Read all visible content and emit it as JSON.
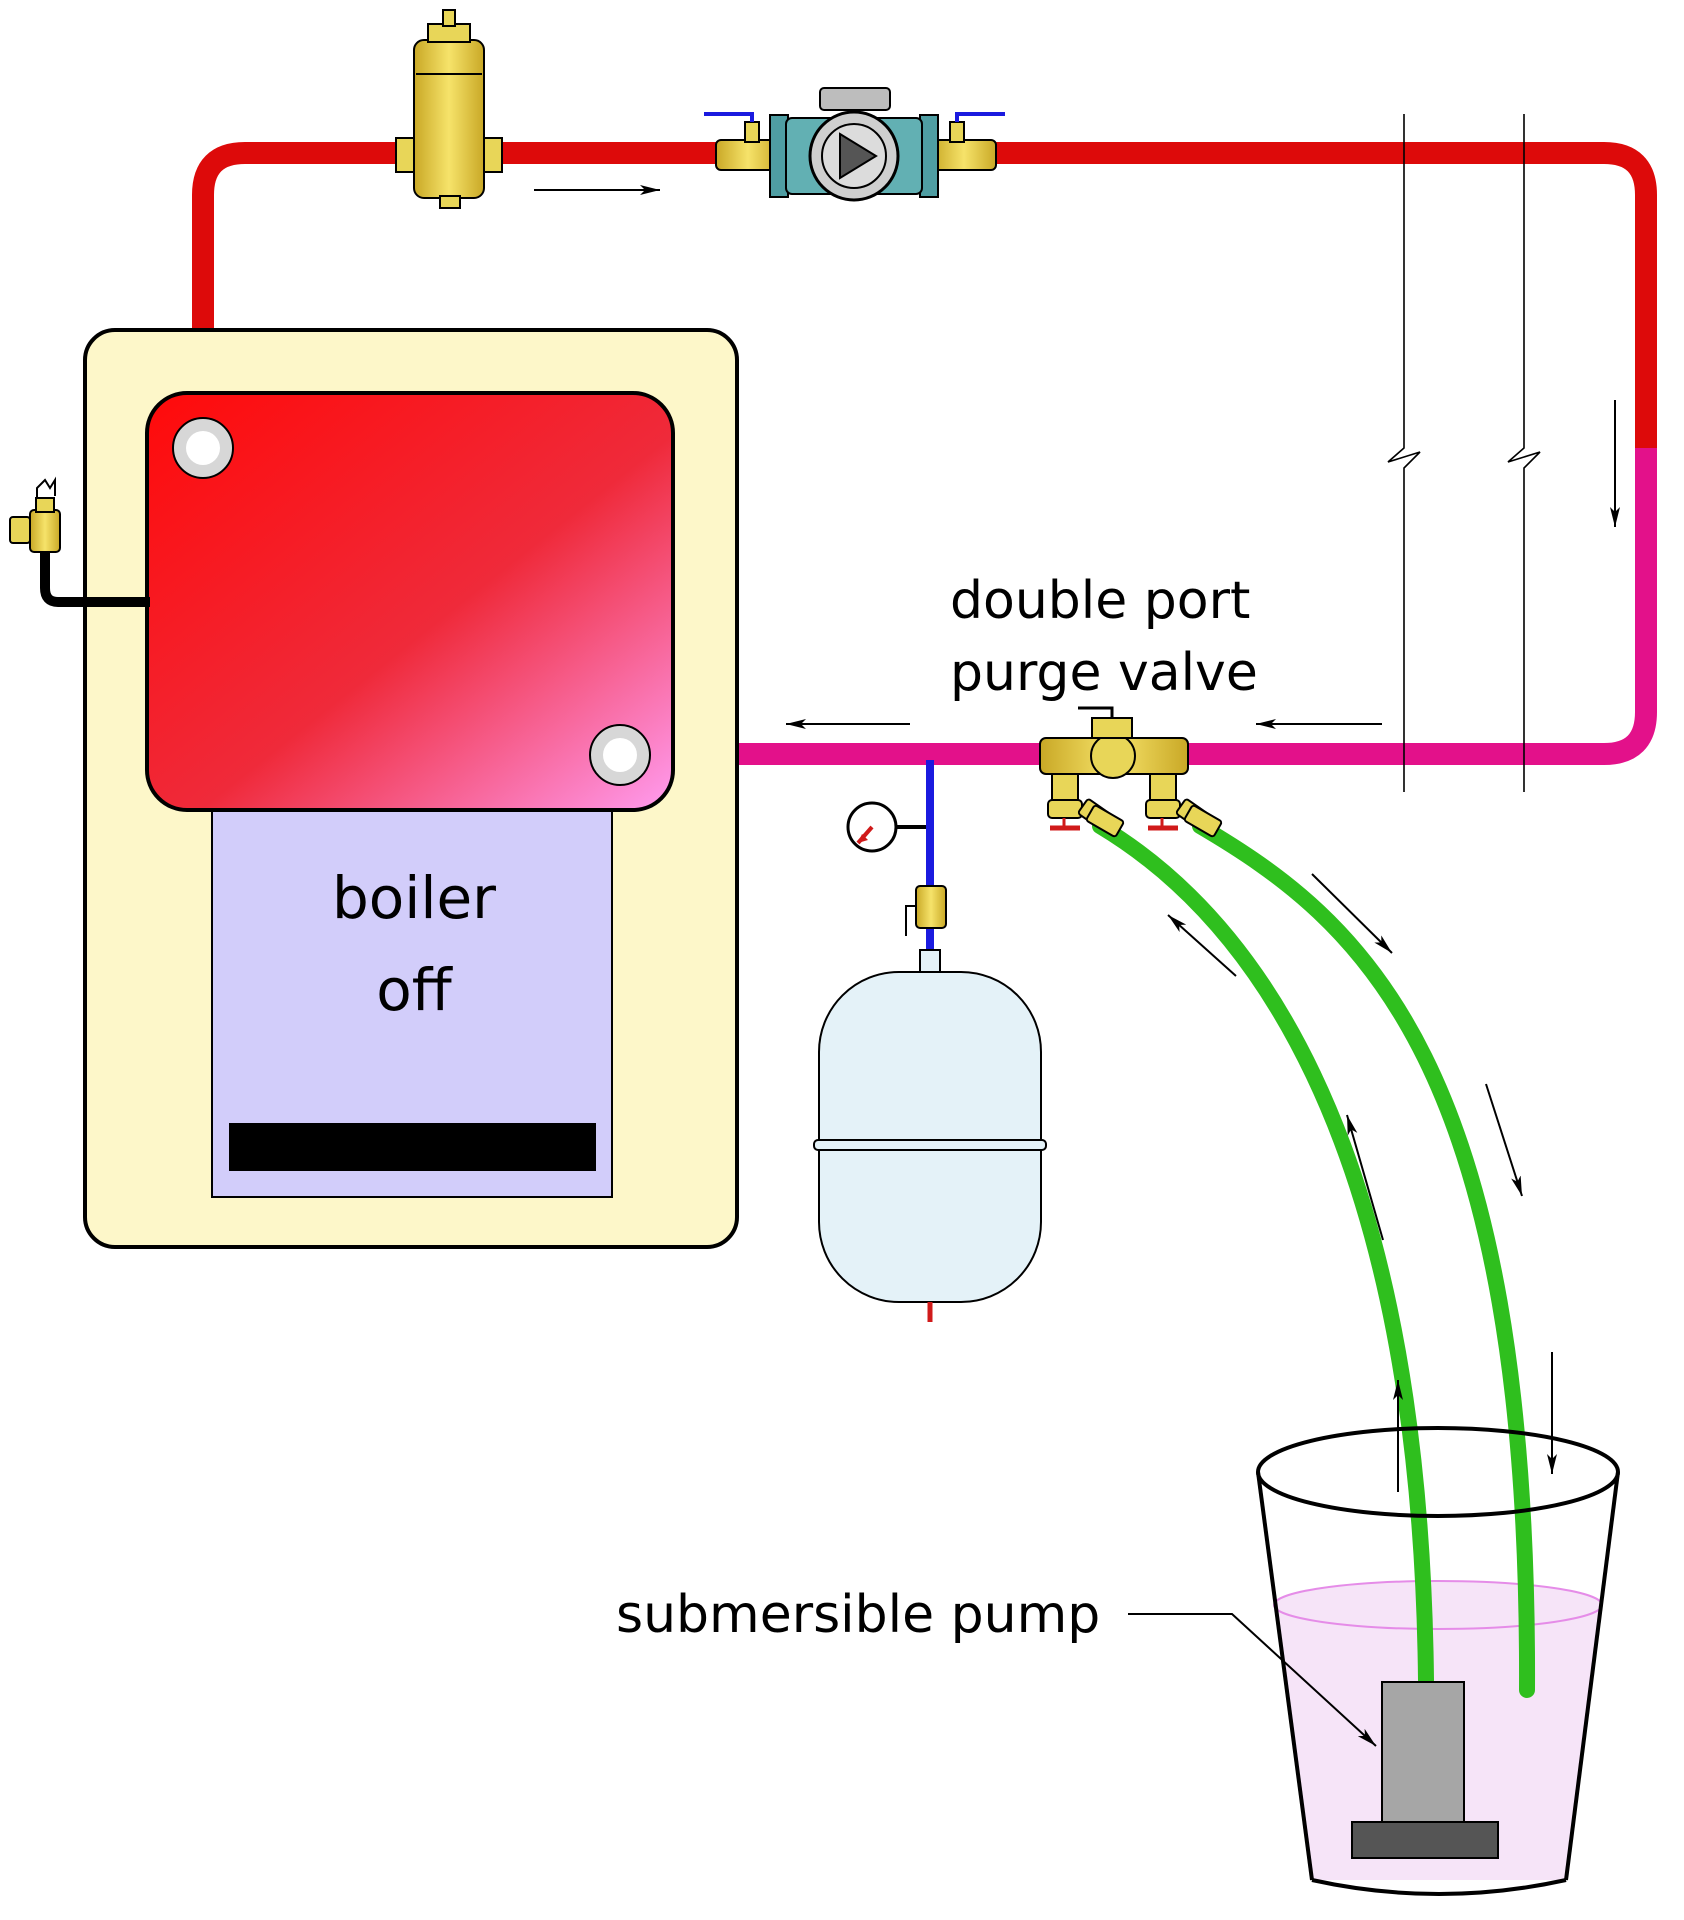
{
  "labels": {
    "boiler_line1": "boiler",
    "boiler_line2": "off",
    "purge_line1": "double port",
    "purge_line2": "purge valve",
    "pump": "submersible pump"
  },
  "colors": {
    "supply_pipe": "#dd0a0a",
    "return_pipe": "#e3118a",
    "hose": "#2fbf1e",
    "expansion_line": "#1a1adf",
    "boiler_jacket": "#fdf7c9",
    "burner_panel": "#d2cdfa",
    "brass": "#e8d658",
    "bucket_water": "#f6e4f8"
  },
  "icons": [
    "air-separator-icon",
    "circulator-pump-icon",
    "isolation-valve-icon",
    "relief-valve-icon",
    "pressure-gauge-icon",
    "expansion-tank-icon",
    "purge-valve-icon",
    "submersible-pump-icon"
  ]
}
